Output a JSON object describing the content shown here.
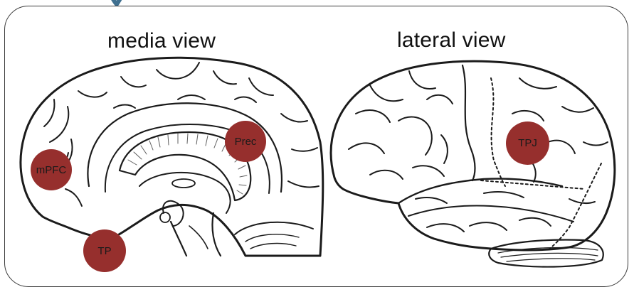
{
  "views": {
    "medial": {
      "label": "media view"
    },
    "lateral": {
      "label": "lateral view"
    }
  },
  "regions": [
    {
      "label": "mPFC",
      "view": "medial",
      "color": "#962f2d"
    },
    {
      "label": "Prec",
      "view": "medial",
      "color": "#962f2d"
    },
    {
      "label": "TP",
      "view": "medial",
      "color": "#962f2d"
    },
    {
      "label": "TPJ",
      "view": "lateral",
      "color": "#962f2d"
    }
  ],
  "colors": {
    "region_fill": "#962f2d",
    "outline": "#1b1b1b",
    "heading_fragment": "#3f6f8f"
  }
}
